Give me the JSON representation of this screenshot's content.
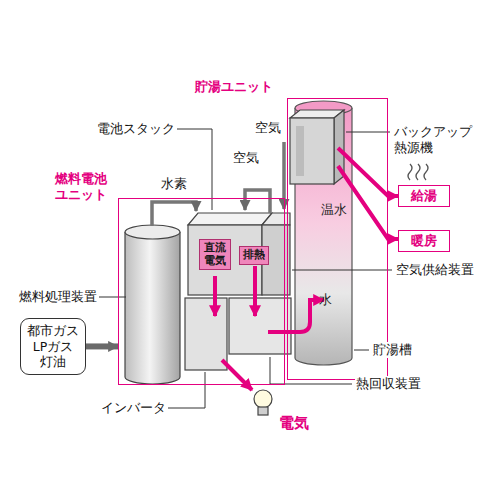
{
  "diagram": {
    "nodes": [
      {
        "text": [
          "燃料電池 ユニット"
        ]
      },
      {
        "text": [
          "直流 電気"
        ],
        "in": 0
      },
      {
        "text": [
          "排熱"
        ],
        "in": 0
      },
      {
        "text": [
          "貯湯ユニット"
        ]
      },
      {
        "text": [
          "温水",
          "水"
        ],
        "in": 3
      },
      {
        "text": [
          "都市ガス LPガス 灯油"
        ]
      },
      {
        "text": [
          "給湯"
        ]
      },
      {
        "text": [
          "暖房"
        ]
      }
    ],
    "edges": [
      {
        "from": 5,
        "to": 0,
        "arrow": "to"
      },
      {
        "from": 3,
        "to": 6,
        "arrow": "to"
      },
      {
        "from": 3,
        "to": 7,
        "arrow": "to"
      }
    ],
    "labels": [
      "電池スタック",
      "空気",
      "空気",
      "水素",
      "燃料処理装置",
      "インバータ",
      "電気",
      "バックアップ 熱源機",
      "空気供給装置",
      "貯湯槽",
      "熱回収装置"
    ]
  }
}
